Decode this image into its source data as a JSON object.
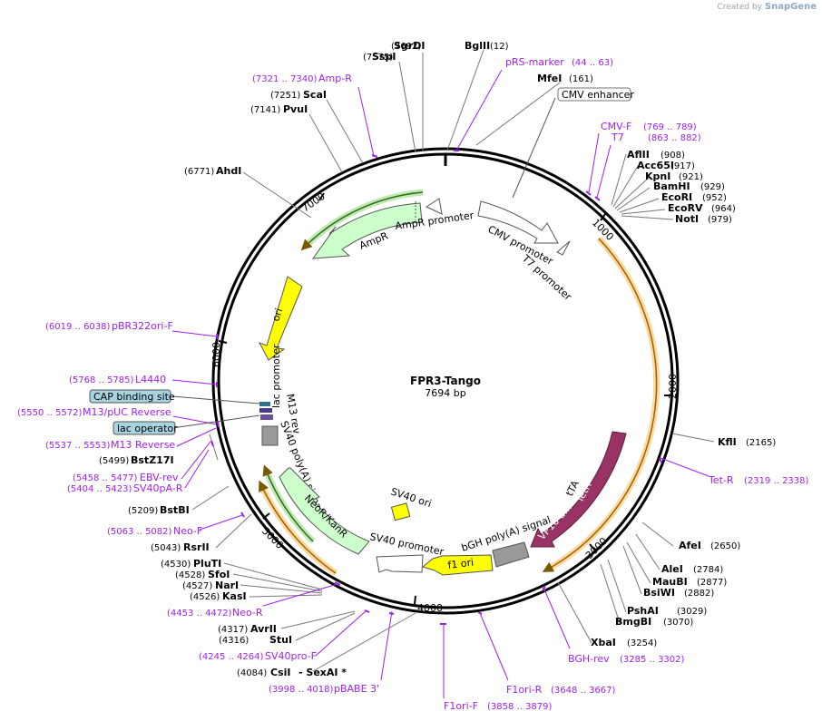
{
  "credit": {
    "prefix": "Created by",
    "brand": "SnapGene"
  },
  "plasmid": {
    "name": "FPR3-Tango",
    "size_label": "7694 bp"
  },
  "ticks": [
    "1000",
    "2000",
    "3000",
    "4000",
    "5000",
    "6000",
    "7000"
  ],
  "sites": [
    {
      "name": "SgrDI",
      "pos": "(7692)"
    },
    {
      "name": "SspI",
      "pos": "(7575)"
    },
    {
      "name": "BglII",
      "pos": "(12)"
    },
    {
      "name": "MfeI",
      "pos": "(161)"
    },
    {
      "name": "ScaI",
      "pos": "(7251)"
    },
    {
      "name": "PvuI",
      "pos": "(7141)"
    },
    {
      "name": "AhdI",
      "pos": "(6771)"
    },
    {
      "name": "AflII",
      "pos": "(908)"
    },
    {
      "name": "Acc65I",
      "pos": "(917)"
    },
    {
      "name": "KpnI",
      "pos": "(921)"
    },
    {
      "name": "BamHI",
      "pos": "(929)"
    },
    {
      "name": "EcoRI",
      "pos": "(952)"
    },
    {
      "name": "EcoRV",
      "pos": "(964)"
    },
    {
      "name": "NotI",
      "pos": "(979)"
    },
    {
      "name": "KflI",
      "pos": "(2165)"
    },
    {
      "name": "AfeI",
      "pos": "(2650)"
    },
    {
      "name": "AleI",
      "pos": "(2784)"
    },
    {
      "name": "MauBI",
      "pos": "(2877)"
    },
    {
      "name": "BsiWI",
      "pos": "(2882)"
    },
    {
      "name": "PshAI",
      "pos": "(3029)"
    },
    {
      "name": "BmgBI",
      "pos": "(3070)"
    },
    {
      "name": "XbaI",
      "pos": "(3254)"
    },
    {
      "name": "BstZ17I",
      "pos": "(5499)"
    },
    {
      "name": "BstBI",
      "pos": "(5209)"
    },
    {
      "name": "RsrII",
      "pos": "(5043)"
    },
    {
      "name": "PluTI",
      "pos": "(4530)"
    },
    {
      "name": "SfoI",
      "pos": "(4528)"
    },
    {
      "name": "NarI",
      "pos": "(4527)"
    },
    {
      "name": "KasI",
      "pos": "(4526)"
    },
    {
      "name": "AvrII",
      "pos": "(4317)"
    },
    {
      "name": "StuI",
      "pos": "(4316)"
    },
    {
      "name": "CsiI",
      "pos": "(4084)"
    },
    {
      "name": "- SexAI *",
      "pos": ""
    }
  ],
  "primers": [
    {
      "name": "pRS-marker",
      "range": "(44 .. 63)"
    },
    {
      "name": "Amp-R",
      "range": "(7321 .. 7340)"
    },
    {
      "name": "CMV-F",
      "range": "(769 .. 789)"
    },
    {
      "name": "T7",
      "range": "(863 .. 882)"
    },
    {
      "name": "pBR322ori-F",
      "range": "(6019 .. 6038)"
    },
    {
      "name": "L4440",
      "range": "(5768 .. 5785)"
    },
    {
      "name": "M13/pUC Reverse",
      "range": "(5550 .. 5572)"
    },
    {
      "name": "M13 Reverse",
      "range": "(5537 .. 5553)"
    },
    {
      "name": "EBV-rev",
      "range": "(5458 .. 5477)"
    },
    {
      "name": "SV40pA-R",
      "range": "(5404 .. 5423)"
    },
    {
      "name": "Neo-F",
      "range": "(5063 .. 5082)"
    },
    {
      "name": "Neo-R",
      "range": "(4453 .. 4472)"
    },
    {
      "name": "SV40pro-F",
      "range": "(4245 .. 4264)"
    },
    {
      "name": "pBABE 3'",
      "range": "(3998 .. 4018)"
    },
    {
      "name": "F1ori-F",
      "range": "(3858 .. 3879)"
    },
    {
      "name": "F1ori-R",
      "range": "(3648 .. 3667)"
    },
    {
      "name": "BGH-rev",
      "range": "(3285 .. 3302)"
    },
    {
      "name": "Tet-R",
      "range": "(2319 .. 2338)"
    }
  ],
  "boxed_features": {
    "cmv_enhancer": "CMV enhancer",
    "cap_site": "CAP binding site",
    "lac_operator": "lac operator"
  },
  "features": {
    "ampr": "AmpR",
    "ampr_promoter": "AmpR promoter",
    "cmv_promoter": "CMV promoter",
    "t7_promoter": "T7 promoter",
    "ori": "ori",
    "lac_promoter": "lac promoter",
    "m13_rev": "M13 rev",
    "sv40_polya": "SV40 poly(A) signal",
    "neokan": "NeoR/KanR",
    "sv40_ori": "SV40 ori",
    "sv40_promoter": "SV40 promoter",
    "f1_ori": "f1 ori",
    "bgh_polya": "bGH poly(A) signal",
    "tta": "tTA",
    "tetr": "TetR",
    "vp16": "VP16 a..."
  },
  "colors": {
    "ampr_fill": "#ccffcc",
    "ori_fill": "#ffff00",
    "f1ori_fill": "#ffff00",
    "tta_fill": "#993366",
    "orange_arc": "#f5a623",
    "primer": "#a020f0",
    "promoter_fill": "#ffffff",
    "grey_box": "#999999",
    "teal_box": "#a8d4e0"
  }
}
